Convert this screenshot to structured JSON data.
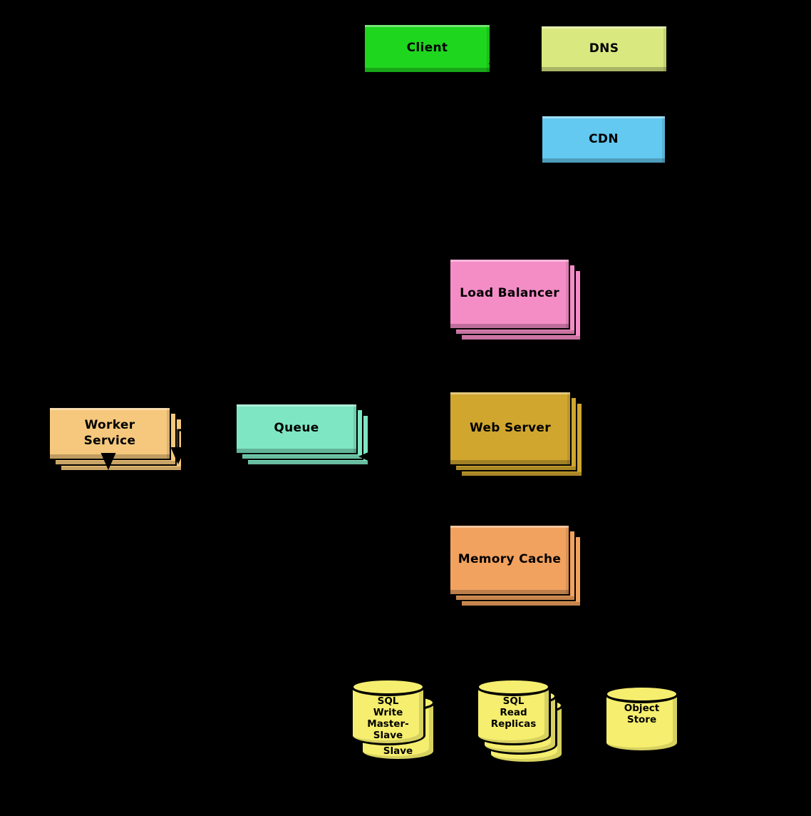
{
  "canvas": {
    "background_color": "#000000",
    "connector_color": "#000000"
  },
  "nodes": {
    "client": {
      "label": "Client",
      "color": "#1fd61f"
    },
    "dns": {
      "label": "DNS",
      "color": "#d9e87f"
    },
    "cdn": {
      "label": "CDN",
      "color": "#63c9f1"
    },
    "load_balancer": {
      "label": "Load Balancer",
      "color": "#f48dc6"
    },
    "worker_service": {
      "label": "Worker\nService",
      "color": "#f5c87d"
    },
    "queue": {
      "label": "Queue",
      "color": "#7fe6c4"
    },
    "web_server": {
      "label": "Web Server",
      "color": "#d0a62f"
    },
    "memory_cache": {
      "label": "Memory Cache",
      "color": "#f1a25f"
    },
    "sql_write_master_slave": {
      "label": "SQL\nWrite\nMaster-\nSlave",
      "color": "#f5ee6e"
    },
    "sql_read_replicas": {
      "label": "SQL\nRead\nReplicas",
      "color": "#f5ee6e"
    },
    "object_store": {
      "label": "Object\nStore",
      "color": "#f5ee6e"
    }
  }
}
